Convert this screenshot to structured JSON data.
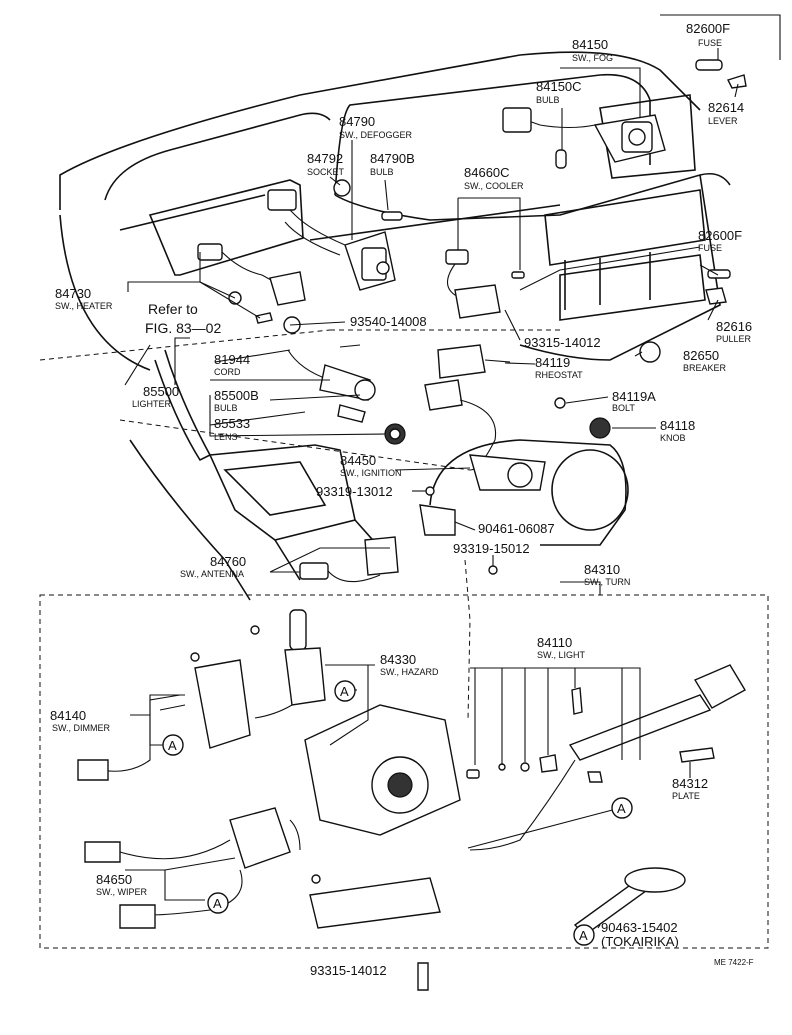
{
  "parts": [
    {
      "id": "p82600f_top",
      "number": "82600F",
      "desc": "FUSE"
    },
    {
      "id": "p84150",
      "number": "84150",
      "desc": "SW., FOG"
    },
    {
      "id": "p84150c",
      "number": "84150C",
      "desc": "BULB"
    },
    {
      "id": "p82614",
      "number": "82614",
      "desc": "LEVER"
    },
    {
      "id": "p84790",
      "number": "84790",
      "desc": "SW., DEFOGGER"
    },
    {
      "id": "p84792",
      "number": "84792",
      "desc": "SOCKET"
    },
    {
      "id": "p84790b",
      "number": "84790B",
      "desc": "BULB"
    },
    {
      "id": "p84660c",
      "number": "84660C",
      "desc": "SW., COOLER"
    },
    {
      "id": "p82600f_mid",
      "number": "82600F",
      "desc": "FUSE"
    },
    {
      "id": "p84730",
      "number": "84730",
      "desc": "SW., HEATER"
    },
    {
      "id": "p93540",
      "number": "93540-14008",
      "desc": ""
    },
    {
      "id": "p82616",
      "number": "82616",
      "desc": "PULLER"
    },
    {
      "id": "p93315a",
      "number": "93315-14012",
      "desc": ""
    },
    {
      "id": "p81944",
      "number": "81944",
      "desc": "CORD"
    },
    {
      "id": "p82650",
      "number": "82650",
      "desc": "BREAKER"
    },
    {
      "id": "p84119",
      "number": "84119",
      "desc": "RHEOSTAT"
    },
    {
      "id": "p85500",
      "number": "85500",
      "desc": "LIGHTER"
    },
    {
      "id": "p85500b",
      "number": "85500B",
      "desc": "BULB"
    },
    {
      "id": "p84119a",
      "number": "84119A",
      "desc": "BOLT"
    },
    {
      "id": "p85533",
      "number": "85533",
      "desc": "LENS"
    },
    {
      "id": "p84118",
      "number": "84118",
      "desc": "KNOB"
    },
    {
      "id": "p84450",
      "number": "84450",
      "desc": "SW., IGNITION"
    },
    {
      "id": "p93319a",
      "number": "93319-13012",
      "desc": ""
    },
    {
      "id": "p90461",
      "number": "90461-06087",
      "desc": ""
    },
    {
      "id": "p93319b",
      "number": "93319-15012",
      "desc": ""
    },
    {
      "id": "p84760",
      "number": "84760",
      "desc": "SW., ANTENNA"
    },
    {
      "id": "p84310",
      "number": "84310",
      "desc": "SW., TURN"
    },
    {
      "id": "p84330",
      "number": "84330",
      "desc": "SW., HAZARD"
    },
    {
      "id": "p84110",
      "number": "84110",
      "desc": "SW., LIGHT"
    },
    {
      "id": "p84140",
      "number": "84140",
      "desc": "SW., DIMMER"
    },
    {
      "id": "p84312",
      "number": "84312",
      "desc": "PLATE"
    },
    {
      "id": "p84650",
      "number": "84650",
      "desc": "SW., WIPER"
    },
    {
      "id": "p90463",
      "number": "90463-15402",
      "desc": "(TOKAIRIKA)"
    },
    {
      "id": "p93315b",
      "number": "93315-14012",
      "desc": ""
    }
  ],
  "refer_text": {
    "line1": "Refer to",
    "line2": "FIG. 83—02"
  },
  "circle_marker": "A",
  "drawing_code": "ME 7422-F"
}
